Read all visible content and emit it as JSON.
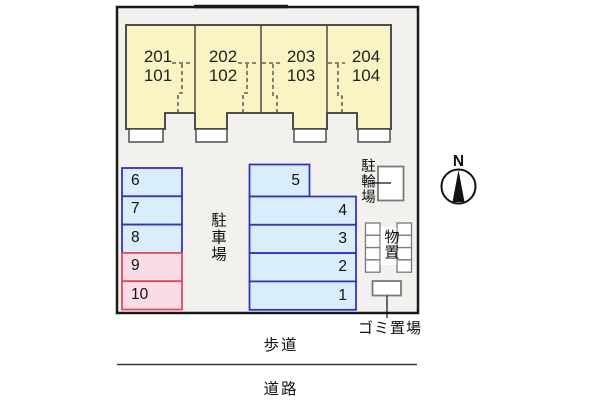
{
  "building": {
    "units": [
      {
        "upper": "201",
        "lower": "101"
      },
      {
        "upper": "202",
        "lower": "102"
      },
      {
        "upper": "203",
        "lower": "103"
      },
      {
        "upper": "204",
        "lower": "104"
      }
    ]
  },
  "parking": {
    "lot_label": "駐車場",
    "left_column": [
      {
        "number": "6",
        "style": "blue"
      },
      {
        "number": "7",
        "style": "blue"
      },
      {
        "number": "8",
        "style": "blue"
      },
      {
        "number": "9",
        "style": "pink"
      },
      {
        "number": "10",
        "style": "pink"
      }
    ],
    "right_column": [
      {
        "number": "5",
        "style": "blue"
      },
      {
        "number": "4",
        "style": "blue"
      },
      {
        "number": "3",
        "style": "blue"
      },
      {
        "number": "2",
        "style": "blue"
      },
      {
        "number": "1",
        "style": "blue"
      }
    ]
  },
  "facilities": {
    "bicycle_parking_label": "駐輪場",
    "storage_label": "物置",
    "garbage_label": "ゴミ置場"
  },
  "compass": {
    "north_label": "N"
  },
  "surroundings": {
    "sidewalk_label": "歩道",
    "road_label": "道路"
  },
  "colors": {
    "site_fill": "#f2f1ee",
    "site_border": "#1a1a1a",
    "building_fill": "#faf3c3",
    "building_border": "#4d4d4d",
    "parking_blue_fill": "#d9edfa",
    "parking_blue_border": "#3434bd",
    "parking_pink_fill": "#fbdce6",
    "parking_pink_border": "#e04a5f"
  }
}
